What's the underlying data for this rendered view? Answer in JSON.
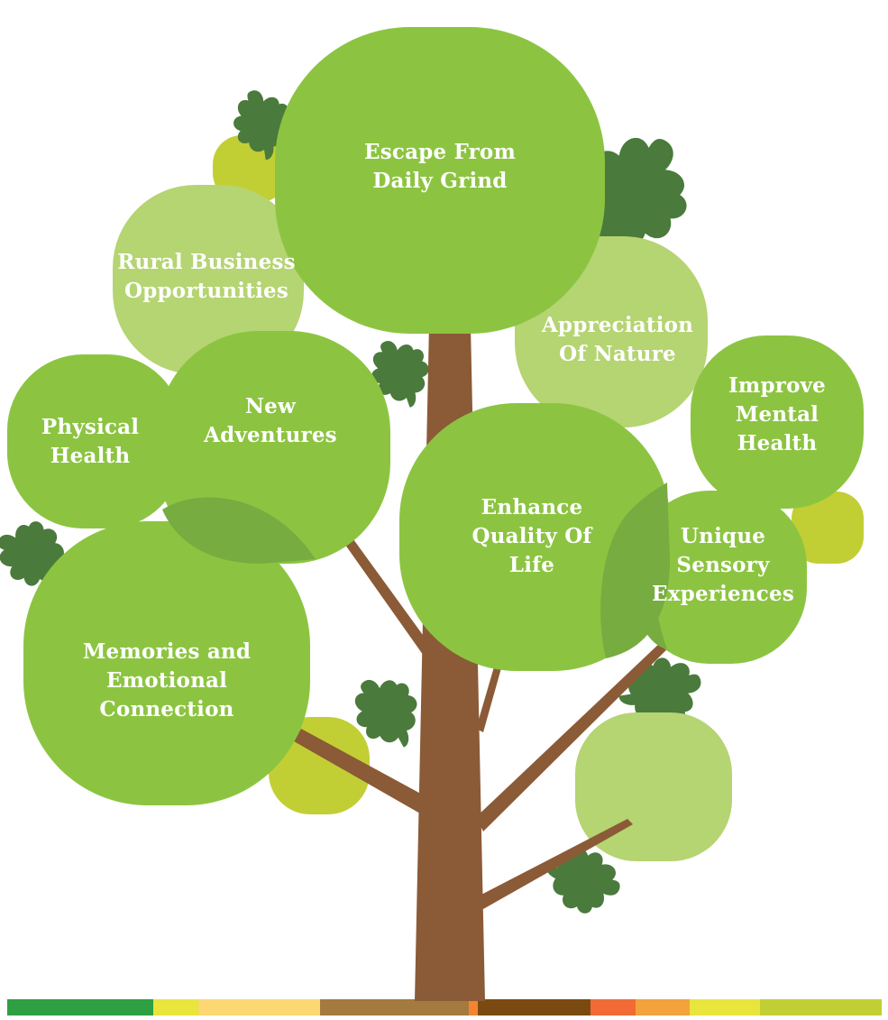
{
  "nodes": [
    {
      "id": "escape-from-daily-grind",
      "text": "Escape From\nDaily Grind"
    },
    {
      "id": "rural-business-opportunities",
      "text": "Rural Business\nOpportunities"
    },
    {
      "id": "appreciation-of-nature",
      "text": "Appreciation\nOf Nature"
    },
    {
      "id": "improve-mental-health",
      "text": "Improve\nMental\nHealth"
    },
    {
      "id": "physical-health",
      "text": "Physical\nHealth"
    },
    {
      "id": "new-adventures",
      "text": "New\nAdventures"
    },
    {
      "id": "enhance-quality-of-life",
      "text": "Enhance\nQuality Of\nLife"
    },
    {
      "id": "unique-sensory-experiences",
      "text": "Unique\nSensory\nExperiences"
    },
    {
      "id": "memories-and-emotional-connection",
      "text": "Memories and\nEmotional\nConnection"
    }
  ],
  "colors": {
    "trunk": "#8b5a36",
    "leaf_dark": "#4a7a3c",
    "blob_main": "#8cc441",
    "blob_light": "#b5d472",
    "blob_lime": "#c2cf34",
    "blob_shade": "#76ac40",
    "stripe": [
      "#2ea043",
      "#e8e53c",
      "#fcd772",
      "#a47a3e",
      "#f48432",
      "#7b4a10",
      "#f26a36",
      "#f4a23c",
      "#e8e53c",
      "#c2cf34"
    ]
  }
}
